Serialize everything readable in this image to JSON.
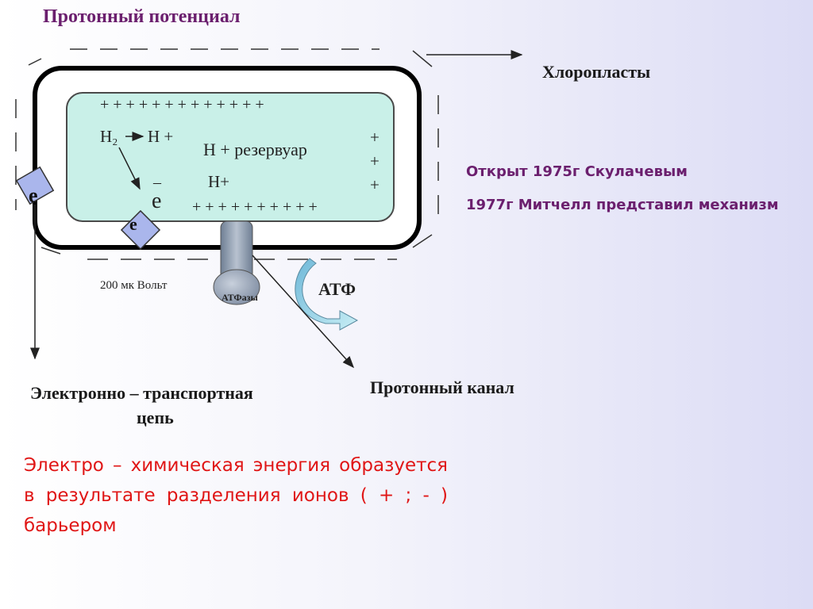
{
  "title": "Протонный потенциал",
  "labels": {
    "chloroplasts": "Хлоропласты",
    "etc_line1": "Электронно – транспортная",
    "etc_line2": "цепь",
    "proton_channel": "Протонный канал",
    "voltage": "200 мк Вольт",
    "atpase": "АТФазы",
    "atp": "АТФ"
  },
  "history": {
    "line1": "Открыт 1975г Скулачевым",
    "line2": "1977г Митчелл представил механизм"
  },
  "diagram": {
    "plus_top": "+ + + + +  +  +  +  +  +  +  +   +",
    "h2": "H₂",
    "h_plus_left": "H +",
    "reservoir": "H + резервуар",
    "minus": "–",
    "electron_inner": "e",
    "h_plus_mid": "H+",
    "plus_bottom": "+ + + + + + + + + +",
    "plus_right_1": "+",
    "plus_right_2": "+",
    "plus_right_3": "+",
    "electron_box_1": "e",
    "electron_box_2": "e"
  },
  "conclusion": "Электро – химическая энергия образуется в результате разделения ионов ( + ; - ) барьером",
  "colors": {
    "title": "#6b1f6e",
    "conclusion": "#e01616",
    "inner_fill": "#c9f0e8",
    "electron_box": "#aab6ec",
    "atp_arrow": "#9fd8e8"
  }
}
